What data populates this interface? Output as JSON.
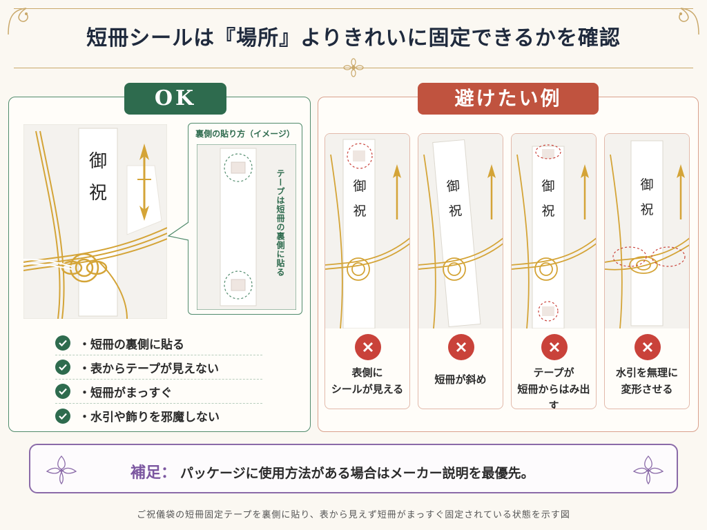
{
  "header": {
    "title": "短冊シールは『場所』よりきれいに固定できるかを確認"
  },
  "ok_panel": {
    "badge": "OK",
    "envelope_text": [
      "御",
      "祝"
    ],
    "callout_title": "裏側の貼り方（イメージ）",
    "callout_vertical": "テープは短冊の裏側に貼る",
    "checklist": [
      "・短冊の裏側に貼る",
      "・表からテープが見えない",
      "・短冊がまっすぐ",
      "・水引や飾りを邪魔しない"
    ]
  },
  "ng_panel": {
    "badge": "避けたい例",
    "cards": [
      {
        "text": [
          "御",
          "祝"
        ],
        "caption": [
          "表側に",
          "シールが見える"
        ]
      },
      {
        "text": [
          "御",
          "祝"
        ],
        "caption": [
          "短冊が斜め"
        ]
      },
      {
        "text": [
          "御",
          "祝"
        ],
        "caption": [
          "テープが",
          "短冊からはみ出す"
        ]
      },
      {
        "text": [
          "御",
          "祝"
        ],
        "caption": [
          "水引を無理に",
          "変形させる"
        ]
      }
    ]
  },
  "note": {
    "label": "補足：",
    "text": "パッケージに使用方法がある場合はメーカー説明を最優先。"
  },
  "caption": "ご祝儀袋の短冊固定テープを裏側に貼り、表から見えず短冊がまっすぐ固定されている状態を示す図",
  "colors": {
    "ok_green": "#2e6b4e",
    "ng_red": "#c0533f",
    "note_purple": "#7b56a0",
    "gold": "#d4a437"
  }
}
